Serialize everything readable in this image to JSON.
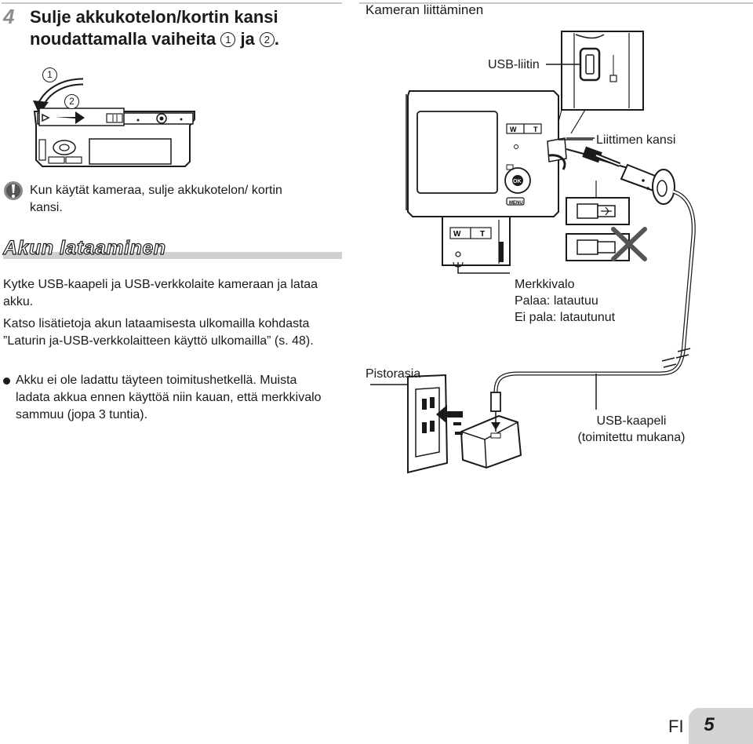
{
  "step": {
    "number": "4",
    "title_line1": "Sulje akkukotelon/kortin kansi",
    "title_line2_prefix": "noudattamalla vaiheita",
    "step_marker_1": "1",
    "step_connector": "ja",
    "step_marker_2": "2",
    "title_end": ".",
    "figure_marker_1": "1",
    "figure_marker_2": "2"
  },
  "note": {
    "icon": "exclamation-icon",
    "text": "Kun käytät kameraa, sulje akkukotelon/ kortin kansi."
  },
  "section": {
    "title": "Akun lataaminen",
    "paragraph1": "Kytke USB-kaapeli ja USB-verkkolaite kameraan ja lataa akku.",
    "paragraph2": "Katso lisätietoja akun lataamisesta ulkomailla kohdasta ”Laturin ja-USB-verkkolaitteen käyttö ulkomailla” (s. 48).",
    "bullet": "Akku ei ole ladattu täyteen toimitushetkellä. Muista ladata akkua ennen käyttöä niin kauan, että merkkivalo sammuu (jopa 3 tuntia)."
  },
  "diagram": {
    "heading": "Kameran liittäminen",
    "usb_port": "USB-liitin",
    "connector_cover": "Liittimen kansi",
    "indicator_title": "Merkkivalo",
    "indicator_on": "Palaa: latautuu",
    "indicator_off": "Ei pala: latautunut",
    "outlet": "Pistorasia",
    "cable_line1": "USB-kaapeli",
    "cable_line2": "(toimitettu mukana)",
    "camera_zoom_w": "W",
    "camera_zoom_t": "T",
    "camera_ok": "OK",
    "camera_menu": "MENU"
  },
  "footer": {
    "language": "FI",
    "page_number": "5"
  }
}
